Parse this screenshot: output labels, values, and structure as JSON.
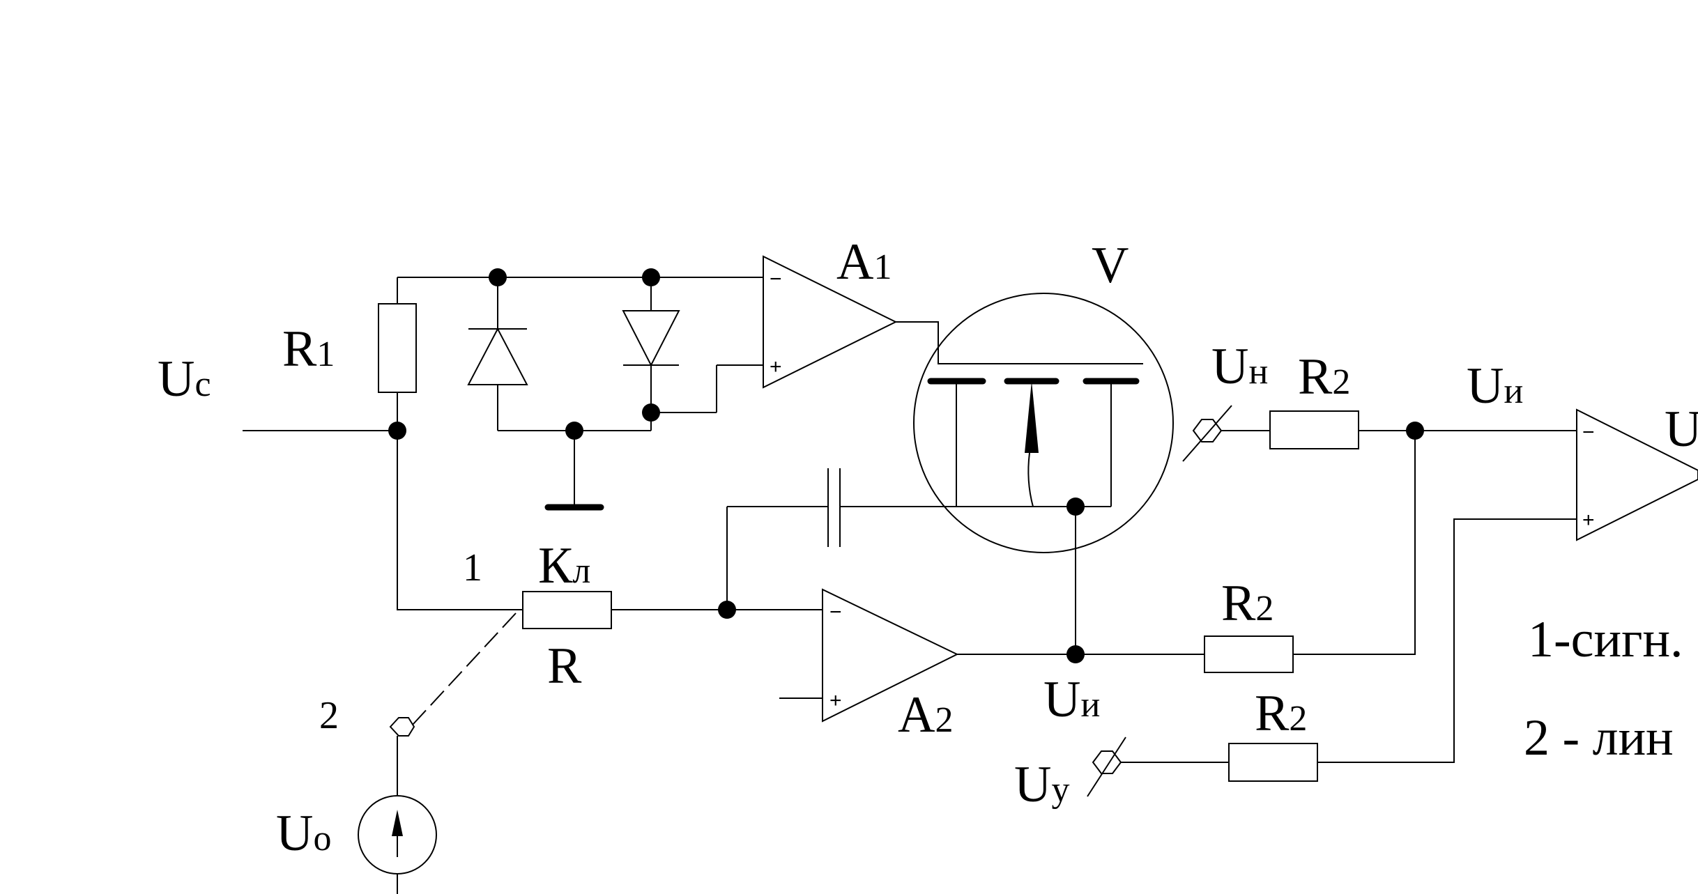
{
  "labels": {
    "uc": {
      "main": "U",
      "sub": "c"
    },
    "r1": {
      "main": "R",
      "sub": "1"
    },
    "a1": {
      "main": "A",
      "sub": "1"
    },
    "v": "V",
    "un": {
      "main": "U",
      "sub": "н"
    },
    "r2_top": {
      "main": "R",
      "sub": "2"
    },
    "ui_top": {
      "main": "U",
      "sub": "и"
    },
    "u_right_partial": "U",
    "one": "1",
    "kl": {
      "main": "К",
      "sub": "л"
    },
    "r": "R",
    "r2_mid": {
      "main": "R",
      "sub": "2"
    },
    "two": "2",
    "a2": {
      "main": "A",
      "sub": "2"
    },
    "ui_mid": {
      "main": "U",
      "sub": "и"
    },
    "r2_bot": {
      "main": "R",
      "sub": "2"
    },
    "uy": {
      "main": "U",
      "sub": "y"
    },
    "uo": {
      "main": "U",
      "sub": "o"
    },
    "legend_1": "1-сигн.",
    "legend_2": "2 - лин"
  },
  "opamp_signs": {
    "minus": "−",
    "plus": "+"
  }
}
